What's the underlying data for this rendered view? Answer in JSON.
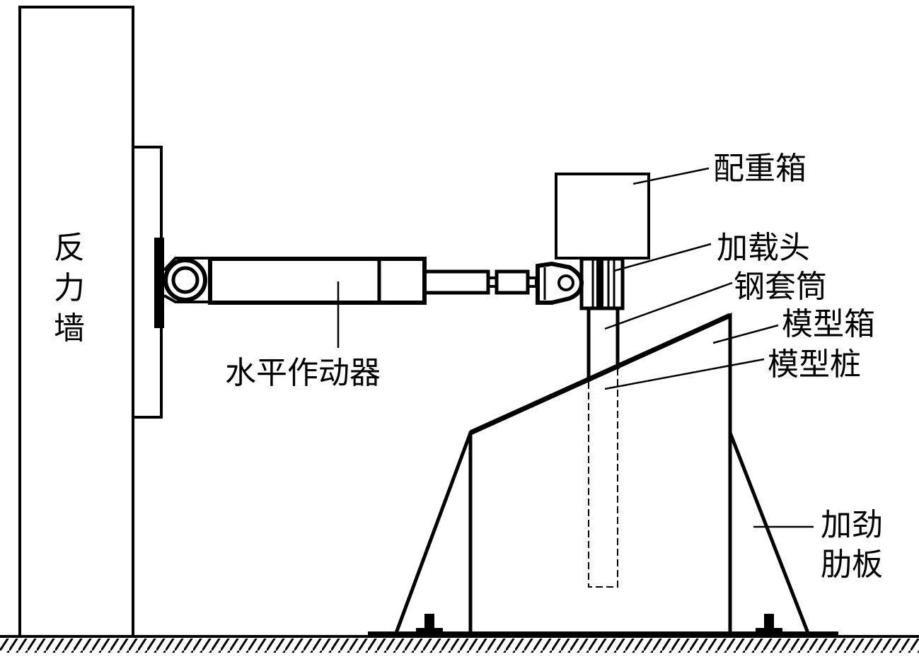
{
  "labels": {
    "reaction_wall": [
      "反",
      "力",
      "墙"
    ],
    "actuator": "水平作动器",
    "counterweight_box": "配重箱",
    "loading_head": "加载头",
    "steel_sleeve": "钢套筒",
    "model_box": "模型箱",
    "model_pile": "模型桩",
    "stiffener": [
      "加劲",
      "肋板"
    ]
  },
  "colors": {
    "line": "#000000",
    "background": "#ffffff"
  }
}
